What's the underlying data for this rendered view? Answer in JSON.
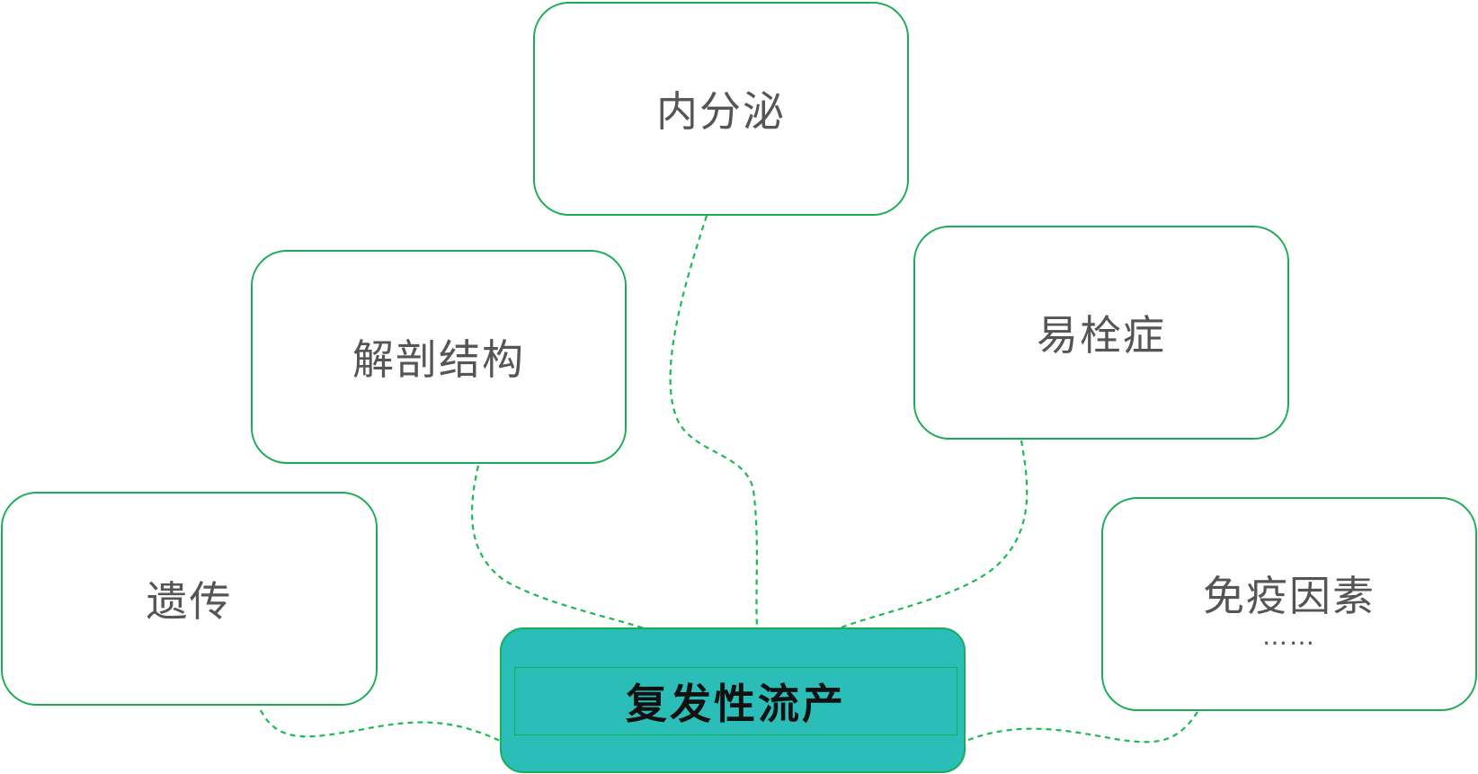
{
  "diagram": {
    "center": {
      "label": "复发性流产"
    },
    "factors": {
      "endocrine": "内分泌",
      "anatomy": "解剖结构",
      "thrombophilia": "易栓症",
      "genetics": "遗传",
      "immune": "免疫因素",
      "more": "……"
    },
    "colors": {
      "border": "#1aad55",
      "connector": "#1db954",
      "center_fill": "#2bbdb7",
      "text": "#555555"
    }
  }
}
